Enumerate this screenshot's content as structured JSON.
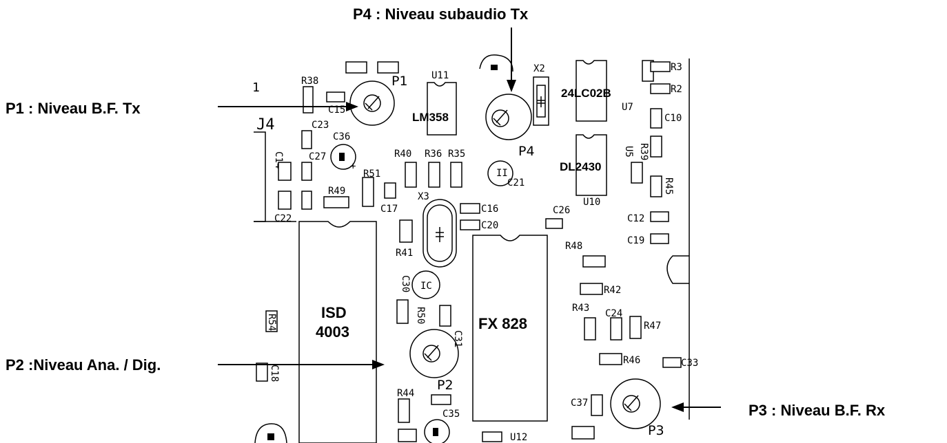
{
  "callouts": {
    "p1": "P1 : Niveau B.F. Tx",
    "p2": "P2 :Niveau Ana. / Dig.",
    "p3": "P3 : Niveau B.F. Rx",
    "p4": "P4 : Niveau subaudio Tx"
  },
  "chips": {
    "isd_line1": "ISD",
    "isd_line2": "4003",
    "fx": "FX 828",
    "lm": "LM358",
    "eeprom": "24LC02B",
    "dl": "DL2430"
  },
  "pot_labels": {
    "p1": "P1",
    "p2": "P2",
    "p3": "P3",
    "p4": "P4"
  },
  "silkscreen": {
    "j4": "J4",
    "pin1": "1",
    "r38": "R38",
    "c15": "C15",
    "c23": "C23",
    "c36": "C36",
    "c14": "C14",
    "c27": "C27",
    "r51": "R51",
    "r49": "R49",
    "c22": "C22",
    "u11": "U11",
    "x2": "X2",
    "r3": "R3",
    "r2": "R2",
    "u7": "U7",
    "c10": "C10",
    "r40": "R40",
    "r36": "R36",
    "r35": "R35",
    "c21": "C21",
    "r39": "R39",
    "r45": "R45",
    "u10": "U10",
    "x3": "X3",
    "c16": "C16",
    "c20": "C20",
    "c17": "C17",
    "c26": "C26",
    "c12": "C12",
    "c19": "C19",
    "r41": "R41",
    "c30": "C30",
    "r48": "R48",
    "r42": "R42",
    "r43": "R43",
    "c24": "C24",
    "r47": "R47",
    "r50": "R50",
    "c31": "C31",
    "r46": "R46",
    "c33": "C33",
    "c18": "C18",
    "r54": "R54",
    "r44": "R44",
    "c35": "C35",
    "c37": "C37",
    "u12": "U12"
  }
}
